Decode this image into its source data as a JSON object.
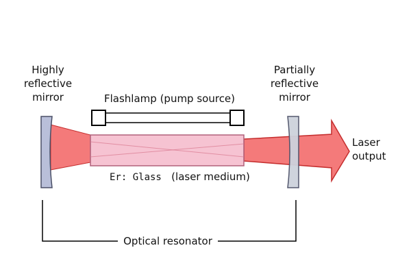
{
  "labels": {
    "left_mirror": [
      "Highly",
      "reflective",
      "mirror"
    ],
    "right_mirror": [
      "Partially",
      "reflective",
      "mirror"
    ],
    "flashlamp": "Flashlamp (pump source)",
    "medium_material": "Er: Glass",
    "medium_desc": "(laser medium)",
    "output": [
      "Laser",
      "output"
    ],
    "resonator": "Optical resonator"
  },
  "colors": {
    "beam": "#f47a7a",
    "beam_stroke": "#c42c2c",
    "medium_fill": "#f6c3d2",
    "medium_stroke": "#b0607a",
    "mirror_left": "#b9bfd9",
    "mirror_right": "#cdd2dc",
    "line": "#000000"
  }
}
